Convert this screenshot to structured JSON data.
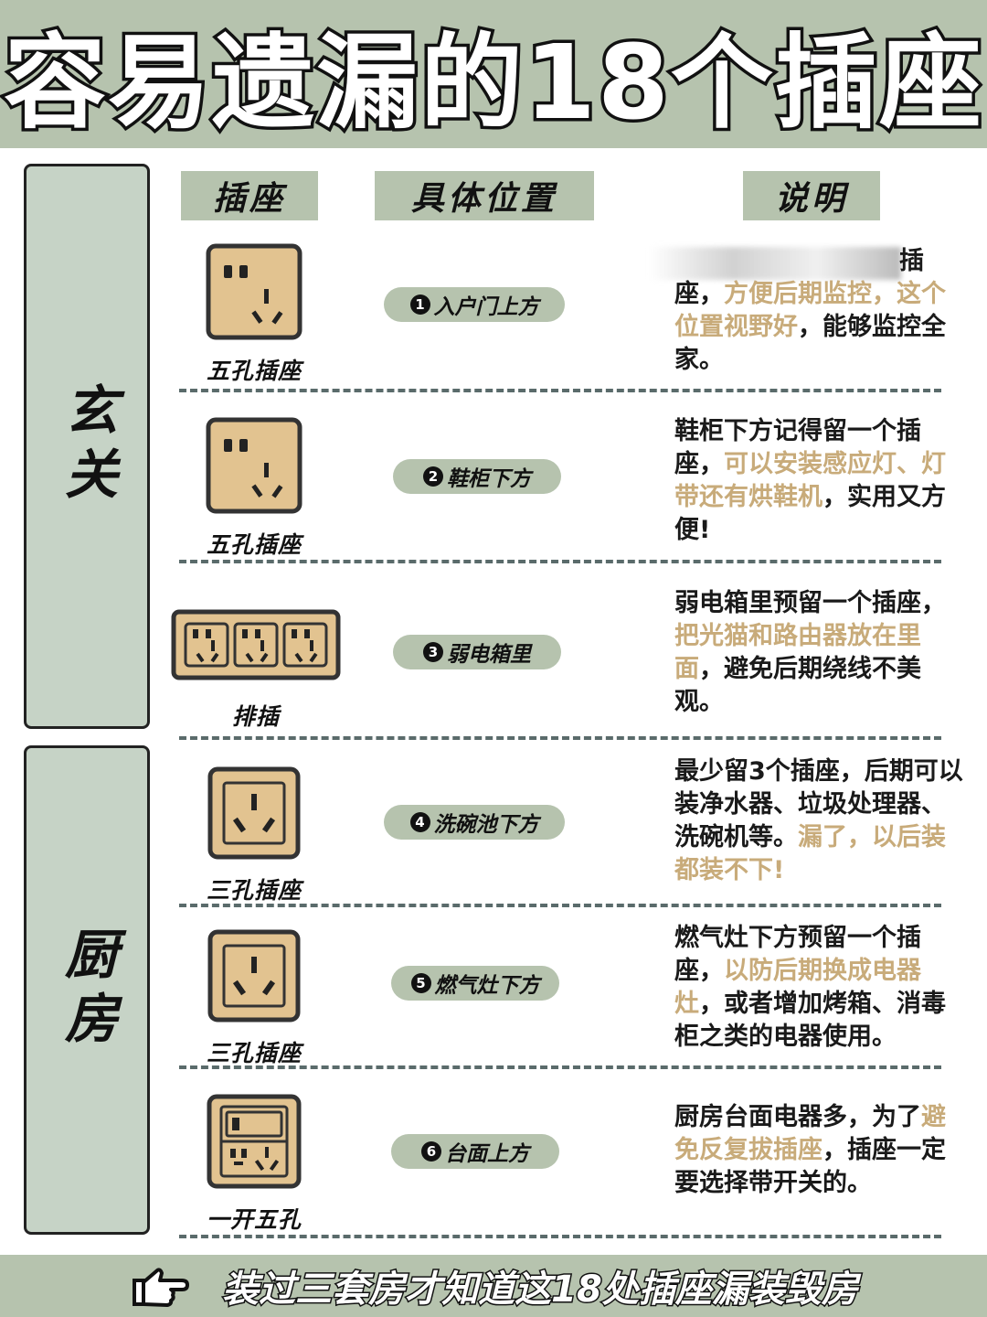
{
  "title": "容易遗漏的18个插座",
  "headers": {
    "socket": "插座",
    "location": "具体位置",
    "description": "说明"
  },
  "sections": [
    {
      "name": "玄关"
    },
    {
      "name": "厨房"
    }
  ],
  "rows": [
    {
      "socket_label": "五孔插座",
      "socket_icon": "five-hole-socket-icon",
      "location_num": "1",
      "location": "入户门上方",
      "desc_parts": [
        {
          "text": "插座",
          "hl": false
        },
        {
          "text": "，",
          "hl": false
        },
        {
          "text": "方便后期监控，这个位置视野好",
          "hl": true
        },
        {
          "text": "，能够监控全家。",
          "hl": false
        }
      ]
    },
    {
      "socket_label": "五孔插座",
      "socket_icon": "five-hole-socket-icon",
      "location_num": "2",
      "location": "鞋柜下方",
      "desc_parts": [
        {
          "text": "鞋柜下方记得留一个插座，",
          "hl": false
        },
        {
          "text": "可以安装感应灯、灯带还有烘鞋机",
          "hl": true
        },
        {
          "text": "，实用又方便!",
          "hl": false
        }
      ]
    },
    {
      "socket_label": "排插",
      "socket_icon": "power-strip-icon",
      "location_num": "3",
      "location": "弱电箱里",
      "desc_parts": [
        {
          "text": "弱电箱里预留一个插座，",
          "hl": false
        },
        {
          "text": "把光猫和路由器放在里面",
          "hl": true
        },
        {
          "text": "，避免后期绕线不美观。",
          "hl": false
        }
      ]
    },
    {
      "socket_label": "三孔插座",
      "socket_icon": "three-hole-socket-icon",
      "location_num": "4",
      "location": "洗碗池下方",
      "desc_parts": [
        {
          "text": "最少留3个插座，后期可以装净水器、垃圾处理器、洗碗机等。",
          "hl": false
        },
        {
          "text": "漏了，以后装都装不下!",
          "hl": true
        }
      ]
    },
    {
      "socket_label": "三孔插座",
      "socket_icon": "three-hole-socket-icon",
      "location_num": "5",
      "location": "燃气灶下方",
      "desc_parts": [
        {
          "text": "燃气灶下方预留一个插座，",
          "hl": false
        },
        {
          "text": "以防后期换成电器灶",
          "hl": true
        },
        {
          "text": "，或者增加烤箱、消毒柜之类的电器使用。",
          "hl": false
        }
      ]
    },
    {
      "socket_label": "一开五孔",
      "socket_icon": "switch-five-hole-socket-icon",
      "location_num": "6",
      "location": "台面上方",
      "desc_parts": [
        {
          "text": "厨房台面电器多，为了",
          "hl": false
        },
        {
          "text": "避免反复拔插座",
          "hl": true
        },
        {
          "text": "，插座一定要选择带开关的。",
          "hl": false
        }
      ]
    }
  ],
  "footer": "装过三套房才知道这18处插座漏装毁房",
  "colors": {
    "sage": "#b6c3ae",
    "side": "#c6d3c6",
    "socket": "#e2c390",
    "highlight": "#c8ab7a",
    "ink": "#111111"
  }
}
